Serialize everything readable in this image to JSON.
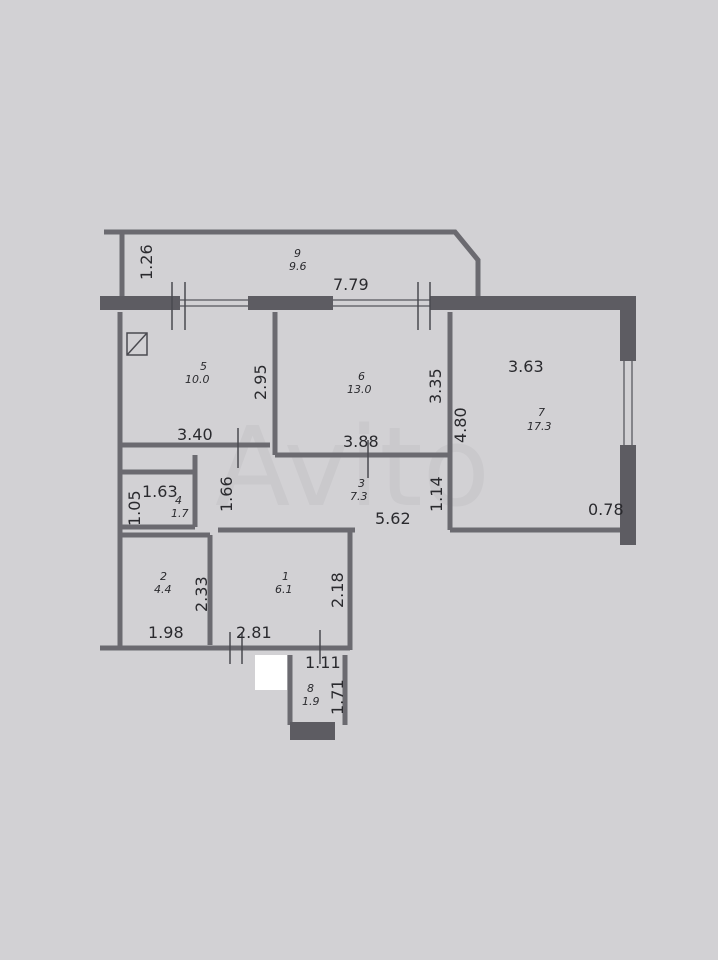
{
  "plan": {
    "watermark": "Avito",
    "rooms": [
      {
        "number": "1",
        "area": "6.1"
      },
      {
        "number": "2",
        "area": "4.4"
      },
      {
        "number": "3",
        "area": "7.3"
      },
      {
        "number": "4",
        "area": "1.7"
      },
      {
        "number": "5",
        "area": "10.0"
      },
      {
        "number": "6",
        "area": "13.0"
      },
      {
        "number": "7",
        "area": "17.3"
      },
      {
        "number": "8",
        "area": "1.9"
      },
      {
        "number": "9",
        "area": "9.6"
      }
    ],
    "dimensions": {
      "balcony_height": "1.26",
      "balcony_length": "7.79",
      "room5_height": "2.95",
      "room5_width": "3.40",
      "room6_height": "3.35",
      "room6_width": "3.88",
      "room7_width": "3.63",
      "room7_height": "4.80",
      "room7_window": "0.78",
      "hall_height": "1.14",
      "hall_length": "5.62",
      "room4_height": "1.05",
      "room4_width": "1.63",
      "corridor_height": "1.66",
      "room2_height": "2.33",
      "room2_width": "1.98",
      "room1_height": "2.18",
      "room1_width": "2.81",
      "room8_width": "1.11",
      "room8_height": "1.71"
    }
  }
}
